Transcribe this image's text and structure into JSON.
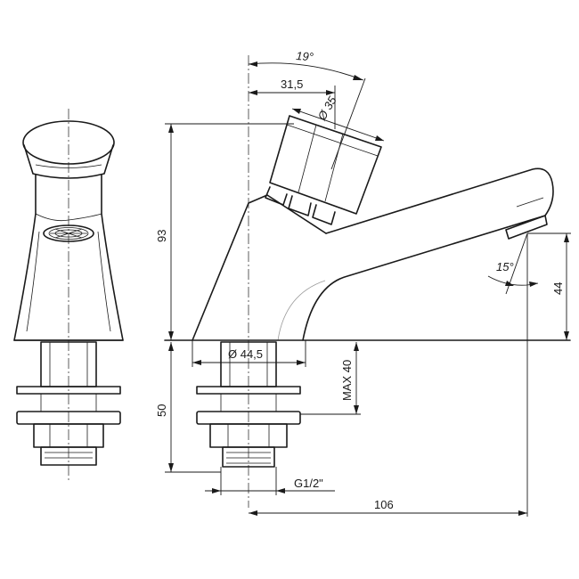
{
  "dimensions": {
    "angle_top": "19°",
    "width_31_5": "31,5",
    "button_diameter": "Ø 35",
    "height_93": "93",
    "spout_angle": "15°",
    "spout_height": "44",
    "base_diameter": "Ø 44,5",
    "max_thickness": "MAX 40",
    "shank_length": "50",
    "thread": "G1/2\"",
    "reach": "106"
  }
}
